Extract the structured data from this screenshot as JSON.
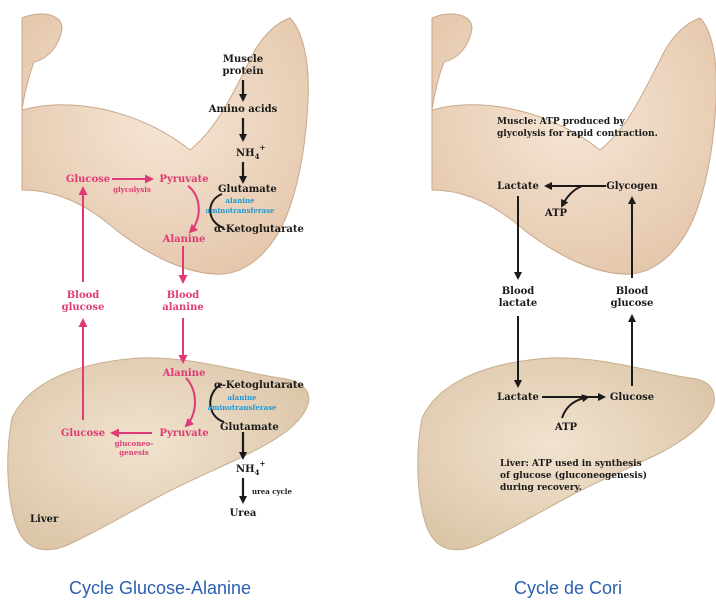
{
  "colors": {
    "pathway": "#e03a76",
    "enzyme": "#1f9ad6",
    "text": "#1a1a1a",
    "caption": "#2d5fb0",
    "arm_skin": "#efd9c3",
    "liver_skin": "#e8d6bf"
  },
  "left_diagram": {
    "caption": "Cycle Glucose-Alanine",
    "muscle_protein_1": "Muscle",
    "muscle_protein_2": "protein",
    "amino_acids": "Amino acids",
    "nh4_top": "NH",
    "nh4_sub": "4",
    "nh4_sup": "+",
    "glutamate_top": "Glutamate",
    "alpha_kg_top": "α-Ketoglutarate",
    "enzyme_top_1": "alanine",
    "enzyme_top_2": "aminotransferase",
    "glucose_top": "Glucose",
    "glycolysis": "glycolysis",
    "pyruvate_top": "Pyruvate",
    "alanine_top": "Alanine",
    "blood_glucose_1": "Blood",
    "blood_glucose_2": "glucose",
    "blood_alanine_1": "Blood",
    "blood_alanine_2": "alanine",
    "alanine_liver": "Alanine",
    "alpha_kg_liver": "α-Ketoglutarate",
    "enzyme_liver_1": "alanine",
    "enzyme_liver_2": "aminotransferase",
    "pyruvate_liver": "Pyruvate",
    "glutamate_liver": "Glutamate",
    "glucose_liver": "Glucose",
    "gluconeogenesis_1": "gluconeo-",
    "gluconeogenesis_2": "genesis",
    "nh4_liver": "NH",
    "urea_cycle": "urea cycle",
    "urea": "Urea",
    "liver_label": "Liver"
  },
  "right_diagram": {
    "caption": "Cycle de Cori",
    "muscle_note_1": "Muscle: ATP produced by",
    "muscle_note_2": "glycolysis for rapid contraction.",
    "lactate_muscle": "Lactate",
    "glycogen": "Glycogen",
    "atp_muscle": "ATP",
    "blood_lactate_1": "Blood",
    "blood_lactate_2": "lactate",
    "blood_glucose_1": "Blood",
    "blood_glucose_2": "glucose",
    "lactate_liver": "Lactate",
    "glucose_liver": "Glucose",
    "atp_liver": "ATP",
    "liver_note_1": "Liver: ATP used in synthesis",
    "liver_note_2": "of glucose (gluconeogenesis)",
    "liver_note_3": "during recovery."
  }
}
